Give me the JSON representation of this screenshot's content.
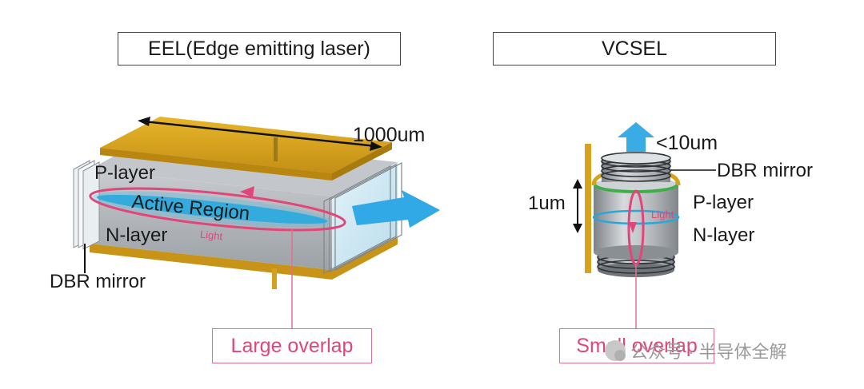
{
  "eel": {
    "title": "EEL(Edge emitting laser)",
    "length_label": "1000um",
    "p_layer": "P-layer",
    "active_region": "Active Region",
    "n_layer": "N-layer",
    "light": "Light",
    "dbr_mirror": "DBR mirror",
    "overlap_label": "Large overlap"
  },
  "vcsel": {
    "title": "VCSEL",
    "diameter_label": "<10um",
    "dbr_mirror": "DBR mirror",
    "thickness_label": "1um",
    "p_layer": "P-layer",
    "light": "Light",
    "n_layer": "N-layer",
    "overlap_label": "Small overlap"
  },
  "watermark": "公众号 · 半导体全解",
  "colors": {
    "gold": "#d9a521",
    "gold_dark": "#b98a12",
    "body_gray": "#b4b8bc",
    "body_side": "#9ea3a8",
    "glass": "#cfe8f3",
    "active_blue": "#2aa7d8",
    "light_pink": "#e0467a",
    "beam_blue": "#1e9ee0",
    "green_layer": "#3fae49"
  }
}
